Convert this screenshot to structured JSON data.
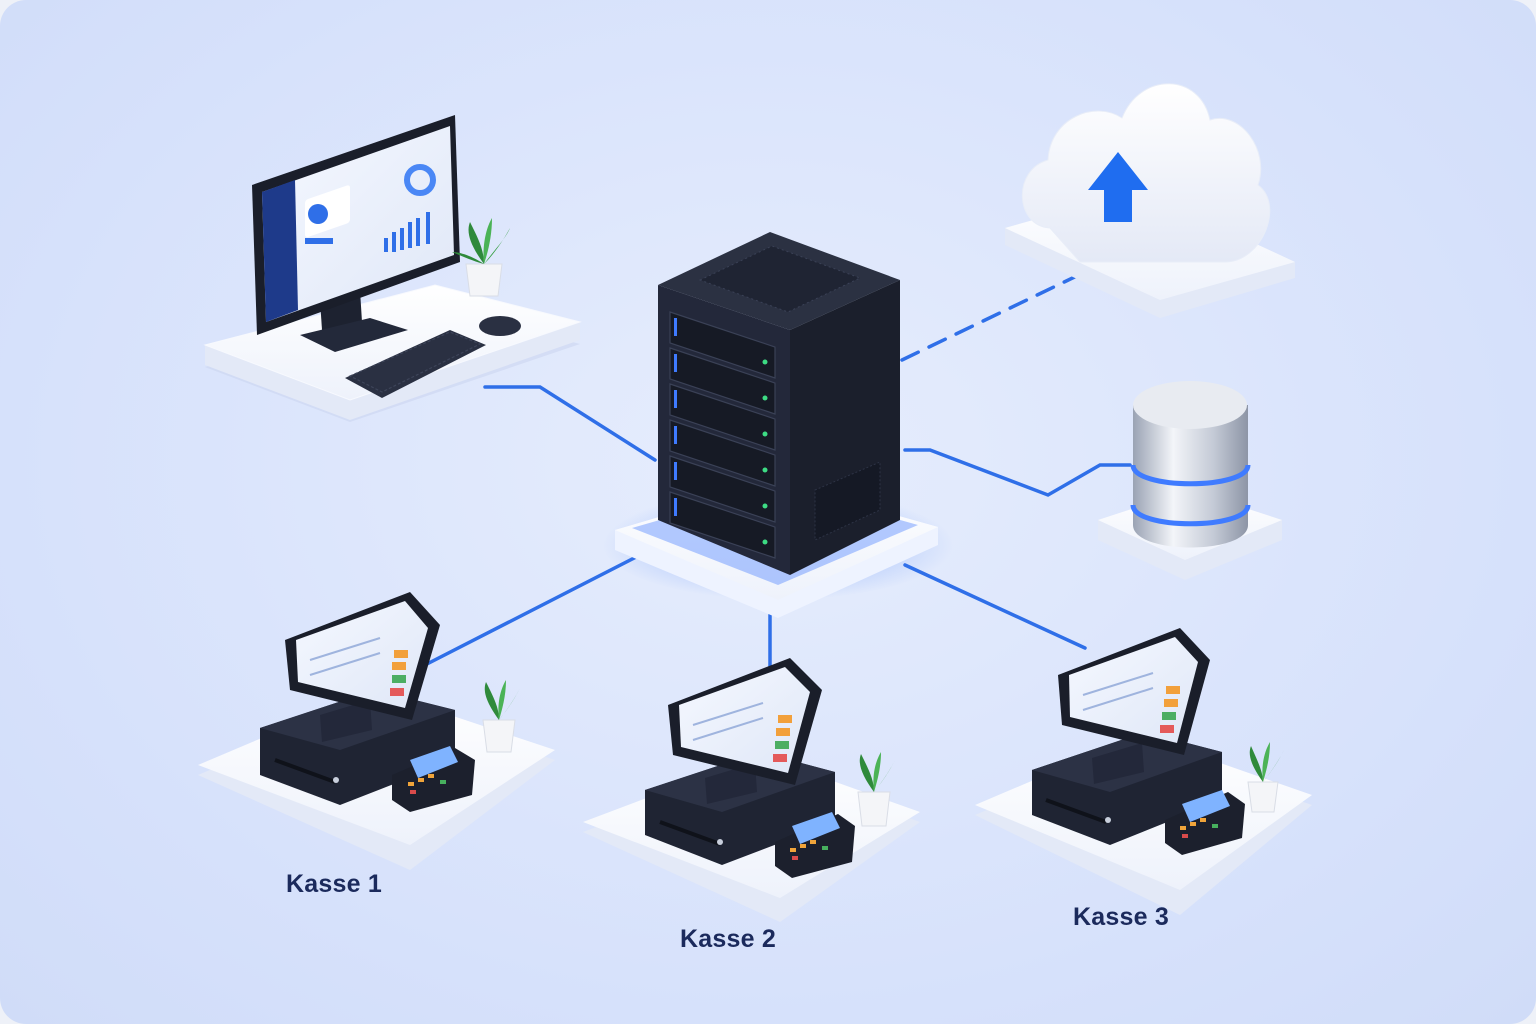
{
  "terminals": [
    {
      "label": "Kasse 1"
    },
    {
      "label": "Kasse 2"
    },
    {
      "label": "Kasse 3"
    }
  ],
  "colors": {
    "background": "#d6e1fb",
    "link": "#2f6fe8",
    "server_body": "#1f2433",
    "glow": "#3f7bff",
    "label": "#1b2a5c"
  },
  "icons": [
    "workstation-icon",
    "server-icon",
    "cloud-upload-icon",
    "database-icon",
    "pos-terminal-icon",
    "card-reader-icon",
    "plant-icon"
  ]
}
